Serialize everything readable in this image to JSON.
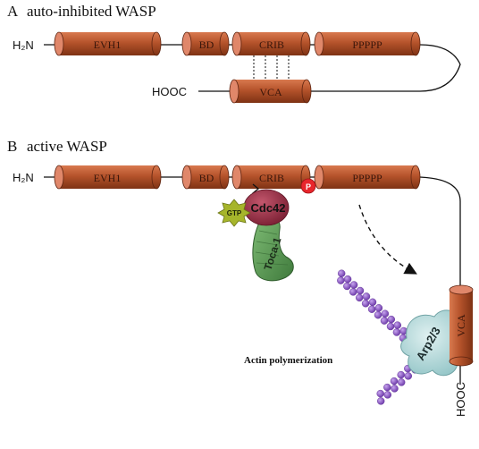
{
  "panel_a": {
    "label": "A",
    "title": "auto-inhibited WASP",
    "n_terminus": "H₂N",
    "c_terminus": "HOOC",
    "domains": [
      "EVH1",
      "BD",
      "CRIB",
      "PPPPP",
      "VCA"
    ]
  },
  "panel_b": {
    "label": "B",
    "title": "active WASP",
    "n_terminus": "H₂N",
    "c_terminus": "HOOC",
    "domains": [
      "EVH1",
      "BD",
      "CRIB",
      "PPPPP",
      "VCA"
    ],
    "phospho_label": "P",
    "gtp_label": "GTP",
    "cdc42_label": "Cdc42",
    "toca_label": "Toca-1",
    "arp_label": "Arp2/3",
    "process_label": "Actin polymerization"
  },
  "colors": {
    "domain_fill": "#b5532b",
    "domain_end": "#e0876a",
    "phospho": "#e8262c",
    "gtp": "#a6b52b",
    "cdc42": "#9c2f45",
    "toca": "#5f9a58",
    "arp": "#b7dbdc",
    "actin": "#8b55c6"
  }
}
